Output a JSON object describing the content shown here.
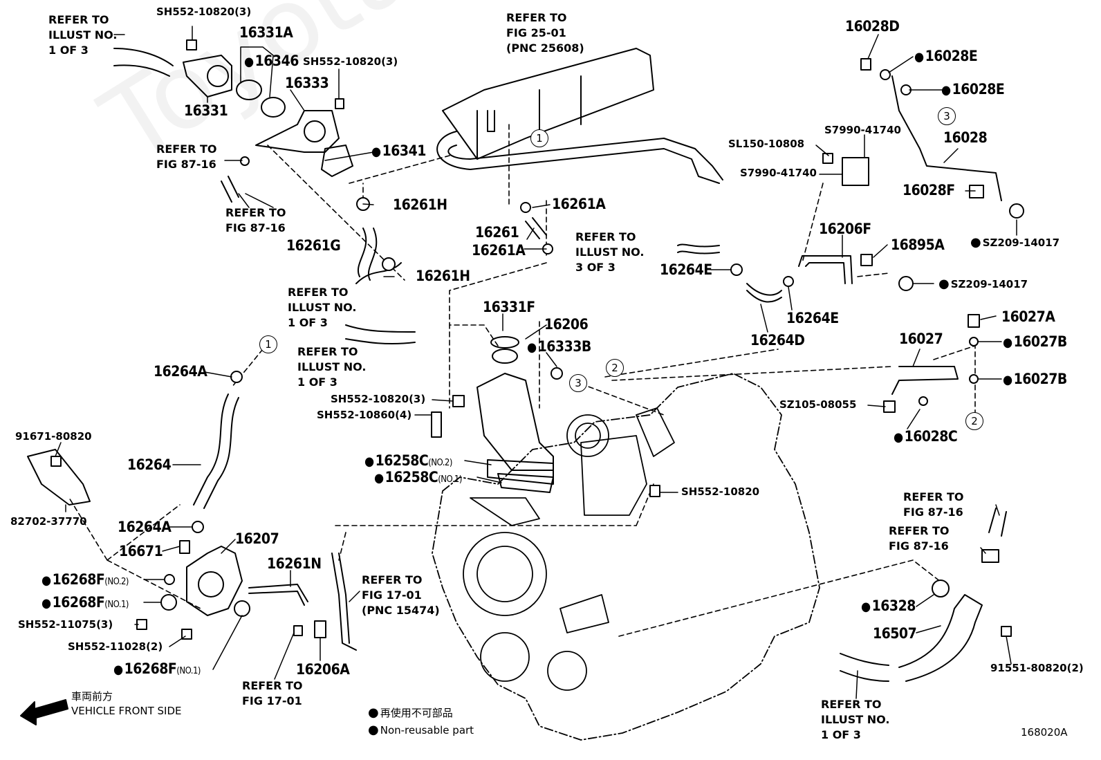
{
  "watermark": "ToyotaPartsMine.ru",
  "diagram_id": "168020A",
  "arrow_label_jp": "車両前方",
  "arrow_label_en": "VEHICLE FRONT SIDE",
  "legend": {
    "jp": "再使用不可部品",
    "en": "Non-reusable part"
  },
  "refs": {
    "r1": "REFER TO\nILLUST NO.\n1 OF 3",
    "r2": "REFER TO\nFIG 25-01\n(PNC 25608)",
    "r3": "REFER TO\nFIG 87-16",
    "r4": "REFER TO\nFIG 87-16",
    "r5": "REFER TO\nILLUST NO.\n3 OF 3",
    "r6": "REFER TO\nILLUST NO.\n1 OF 3",
    "r7": "REFER TO\nILLUST NO.\n1 OF 3",
    "r8": "REFER TO\nFIG 17-01\n(PNC 15474)",
    "r9": "REFER TO\nFIG 17-01",
    "r10": "REFER TO\nFIG 87-16",
    "r11": "REFER TO\nFIG 87-16",
    "r12": "REFER TO\nILLUST NO.\n1 OF 3"
  },
  "parts": {
    "p01": "SH552-10820(3)",
    "p02": "16331A",
    "p03": "16346",
    "p04": "SH552-10820(3)",
    "p05": "16333",
    "p06": "16331",
    "p07": "16341",
    "p08": "16261H",
    "p09": "16261G",
    "p10": "16261H",
    "p11": "16261A",
    "p12": "16261",
    "p13": "16261A",
    "p14": "16028D",
    "p15": "16028E",
    "p16": "16028E",
    "p17": "S7990-41740",
    "p18": "SL150-10808",
    "p19": "16028",
    "p20": "S7990-41740",
    "p21": "16028F",
    "p22": "SZ209-14017",
    "p23": "16206F",
    "p24": "16895A",
    "p25": "16264E",
    "p26": "SZ209-14017",
    "p27": "16264E",
    "p28": "16264D",
    "p29": "16027A",
    "p30": "16027",
    "p31": "16027B",
    "p32": "16027B",
    "p33": "SZ105-08055",
    "p34": "16028C",
    "p35": "16331F",
    "p36": "16206",
    "p37": "16333B",
    "p38": "16264A",
    "p39": "SH552-10820(3)",
    "p40": "SH552-10860(4)",
    "p41": "91671-80820",
    "p42": "16264",
    "p43": "16258C",
    "p44": "16258C",
    "p45": "SH552-10820",
    "p46": "82702-37770",
    "p47": "16264A",
    "p48": "16207",
    "p49": "16671",
    "p50": "16261N",
    "p51": "16268F",
    "p52": "16268F",
    "p53": "SH552-11075(3)",
    "p54": "SH552-11028(2)",
    "p55": "16268F",
    "p56": "16206A",
    "p57": "16328",
    "p58": "16507",
    "p59": "91551-80820(2)"
  },
  "subs": {
    "no1": "(NO.1)",
    "no2": "(NO.2)"
  },
  "callouts": {
    "c1": "1",
    "c2": "2",
    "c3": "3"
  }
}
